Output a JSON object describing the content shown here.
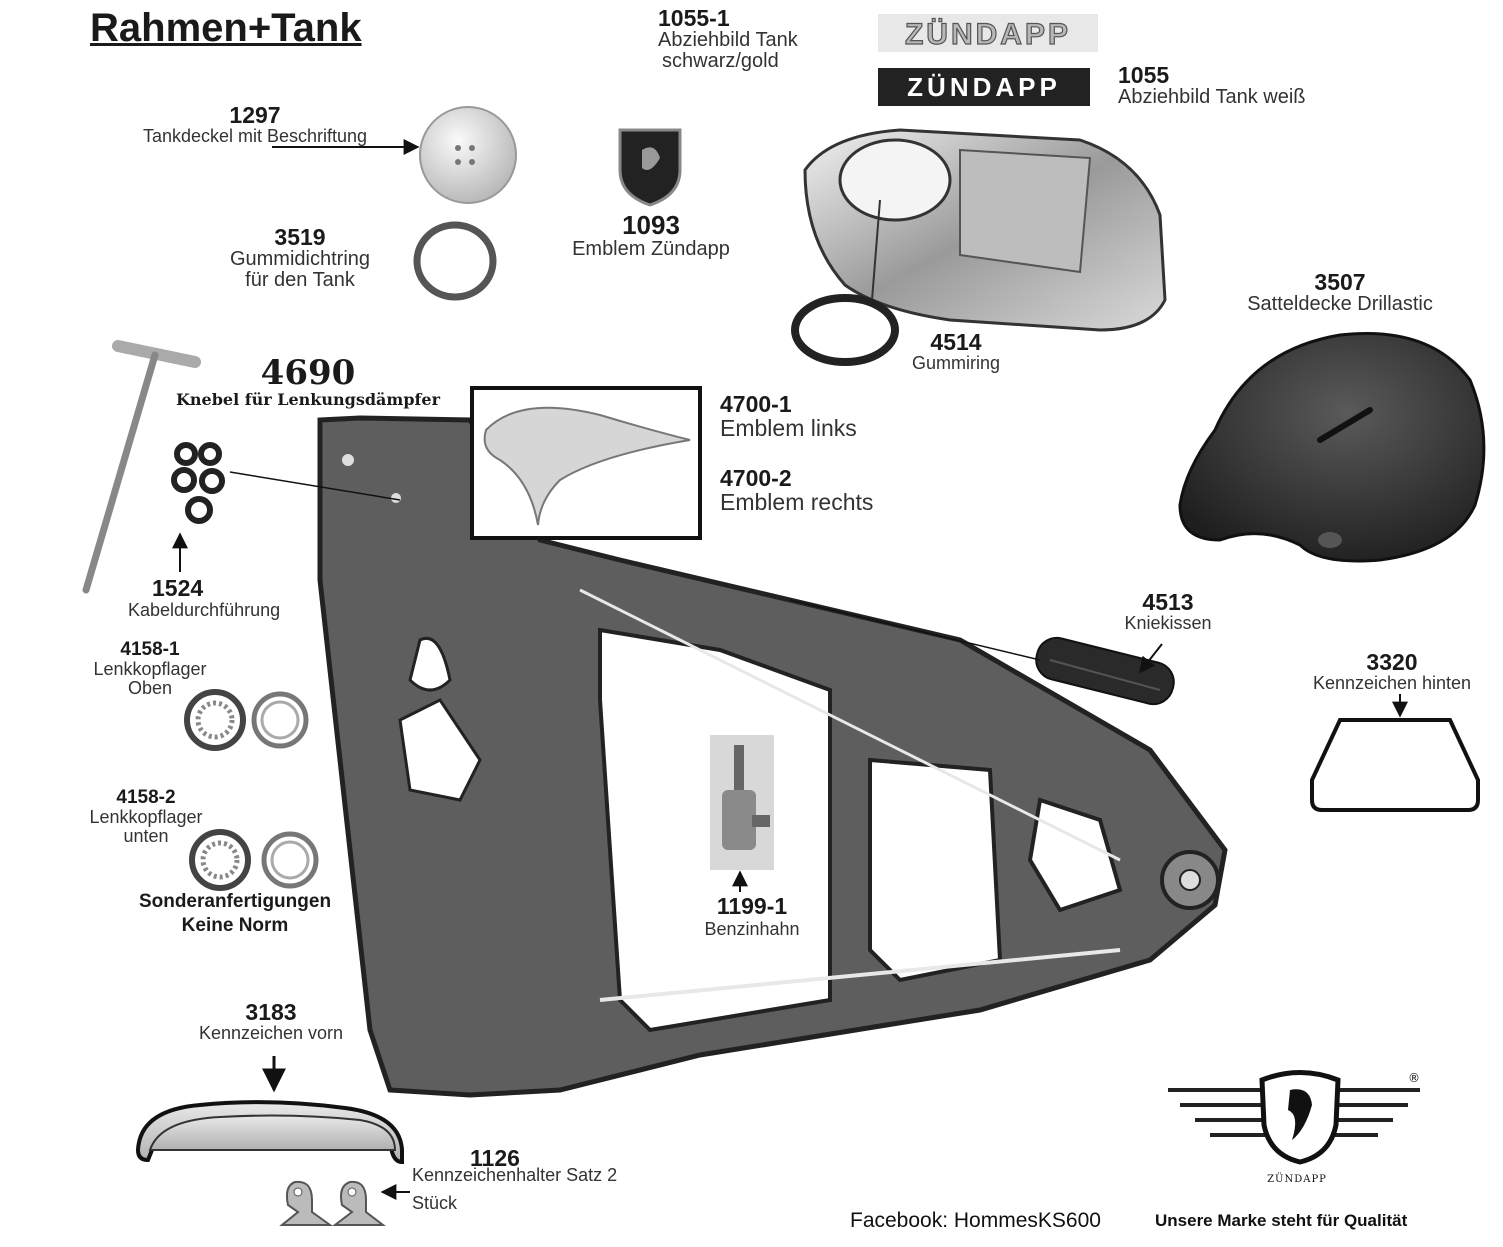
{
  "title": "Rahmen+Tank",
  "parts": {
    "p1055_1": {
      "num": "1055-1",
      "line1": "Abziehbild Tank",
      "line2": "schwarz/gold"
    },
    "p1055": {
      "num": "1055",
      "desc": "Abziehbild Tank weiß"
    },
    "p1297": {
      "num": "1297",
      "desc": "Tankdeckel mit Beschriftung"
    },
    "p3519": {
      "num": "3519",
      "line1": "Gummidichtring",
      "line2": "für den Tank"
    },
    "p1093": {
      "num": "1093",
      "desc": "Emblem Zündapp"
    },
    "p4514": {
      "num": "4514",
      "desc": "Gummiring"
    },
    "p3507": {
      "num": "3507",
      "desc": "Satteldecke Drillastic"
    },
    "p4690": {
      "num": "4690",
      "desc": "Knebel für Lenkungsdämpfer"
    },
    "p4700_1": {
      "num": "4700-1",
      "desc": "Emblem links"
    },
    "p4700_2": {
      "num": "4700-2",
      "desc": "Emblem rechts"
    },
    "p1524": {
      "num": "1524",
      "desc": "Kabeldurchführung"
    },
    "p4158_1": {
      "num": "4158-1",
      "line1": "Lenkkopflager",
      "line2": "Oben"
    },
    "p4158_2": {
      "num": "4158-2",
      "line1": "Lenkkopflager",
      "line2": "unten"
    },
    "p4513": {
      "num": "4513",
      "desc": "Kniekissen"
    },
    "p3320": {
      "num": "3320",
      "desc": "Kennzeichen hinten"
    },
    "p1199_1": {
      "num": "1199-1",
      "desc": "Benzinhahn"
    },
    "p3183": {
      "num": "3183",
      "desc": "Kennzeichen vorn"
    },
    "p1126": {
      "num": "1126",
      "line1": "Kennzeichenhalter Satz 2",
      "line2": "Stück"
    }
  },
  "notes": {
    "line1": "Sonderanfertigungen",
    "line2": "Keine Norm"
  },
  "decal_text": "ZÜNDAPP",
  "logo": {
    "text": "ZÜNDAPP",
    "reg": "®"
  },
  "footer": {
    "facebook": "Facebook: HommesKS600",
    "slogan": "Unsere Marke steht für Qualität"
  }
}
